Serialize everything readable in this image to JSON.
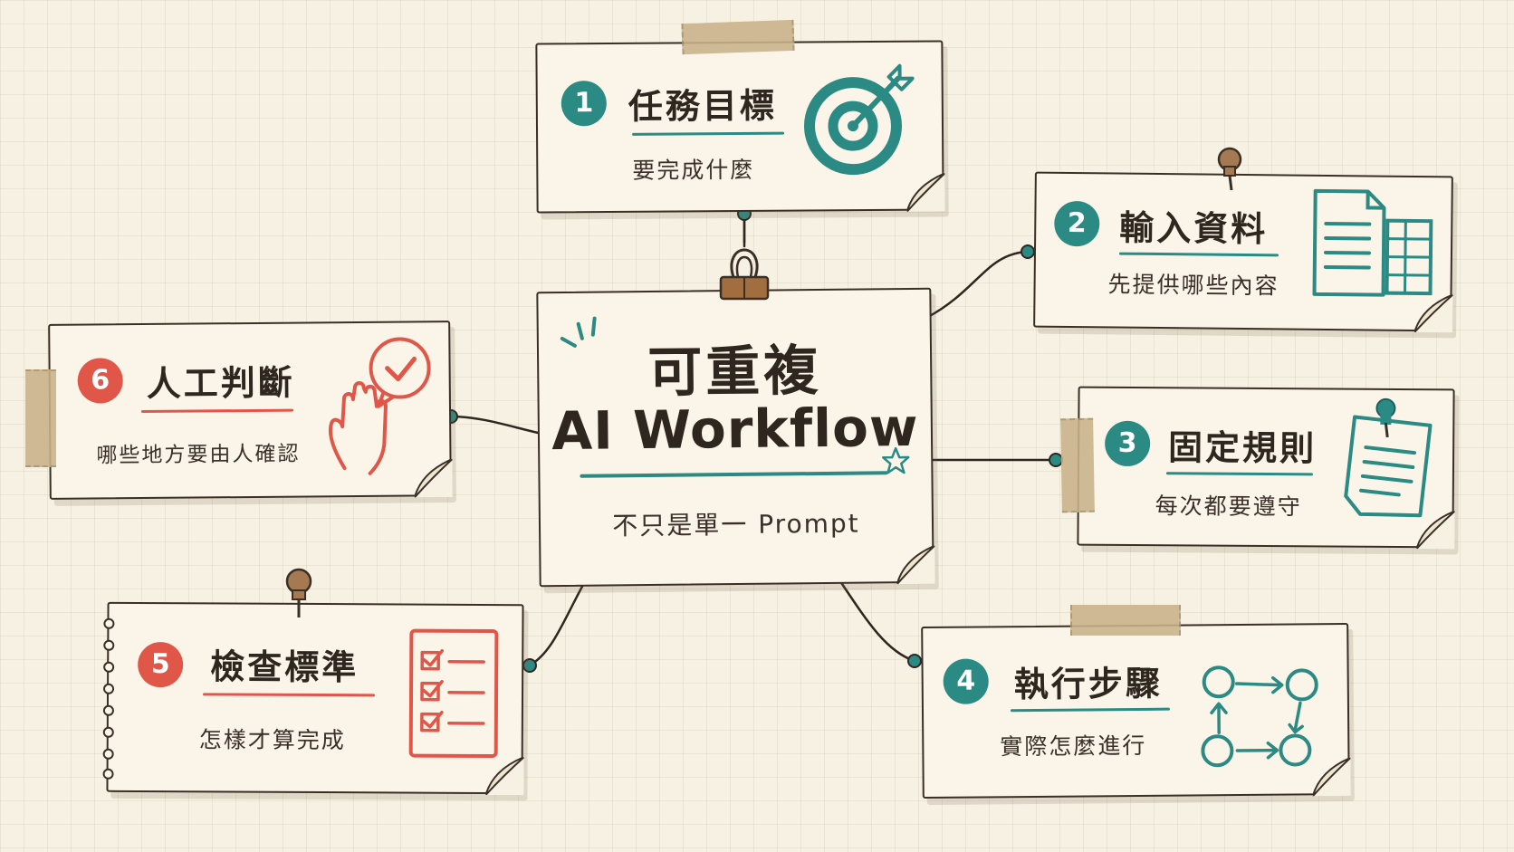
{
  "center": {
    "title_line1": "可重複",
    "title_line2": "AI Workflow",
    "subtitle": "不只是單一 Prompt"
  },
  "nodes": [
    {
      "number": "1",
      "title": "任務目標",
      "subtitle": "要完成什麼",
      "icon": "target-icon"
    },
    {
      "number": "2",
      "title": "輸入資料",
      "subtitle": "先提供哪些內容",
      "icon": "documents-icon"
    },
    {
      "number": "3",
      "title": "固定規則",
      "subtitle": "每次都要遵守",
      "icon": "pinned-note-icon"
    },
    {
      "number": "4",
      "title": "執行步驟",
      "subtitle": "實際怎麼進行",
      "icon": "flow-steps-icon"
    },
    {
      "number": "5",
      "title": "檢查標準",
      "subtitle": "怎樣才算完成",
      "icon": "checklist-icon"
    },
    {
      "number": "6",
      "title": "人工判斷",
      "subtitle": "哪些地方要由人確認",
      "icon": "hand-check-icon"
    }
  ],
  "colors": {
    "teal": "#2b8a83",
    "red": "#e0574a",
    "ink": "#3a2f26",
    "paper": "#faf5e8",
    "background": "#f6f1e3",
    "tape": "#c9b28a"
  }
}
